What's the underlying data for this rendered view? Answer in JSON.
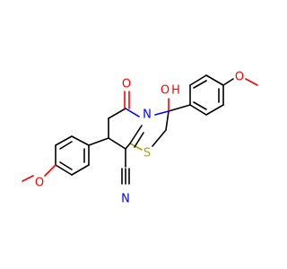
{
  "colors": {
    "bond": "#000000",
    "oxygen": "#ff0000",
    "nitrogen": "#0000ff",
    "sulfur": "#b0a000"
  },
  "atoms": {
    "o_methoxy_top": "O",
    "o_hydroxy": "O",
    "h_hydroxy": "H",
    "o_carbonyl": "O",
    "n_ring": "N",
    "s_ring": "S",
    "o_methoxy_left": "O",
    "n_nitrile": "N"
  }
}
